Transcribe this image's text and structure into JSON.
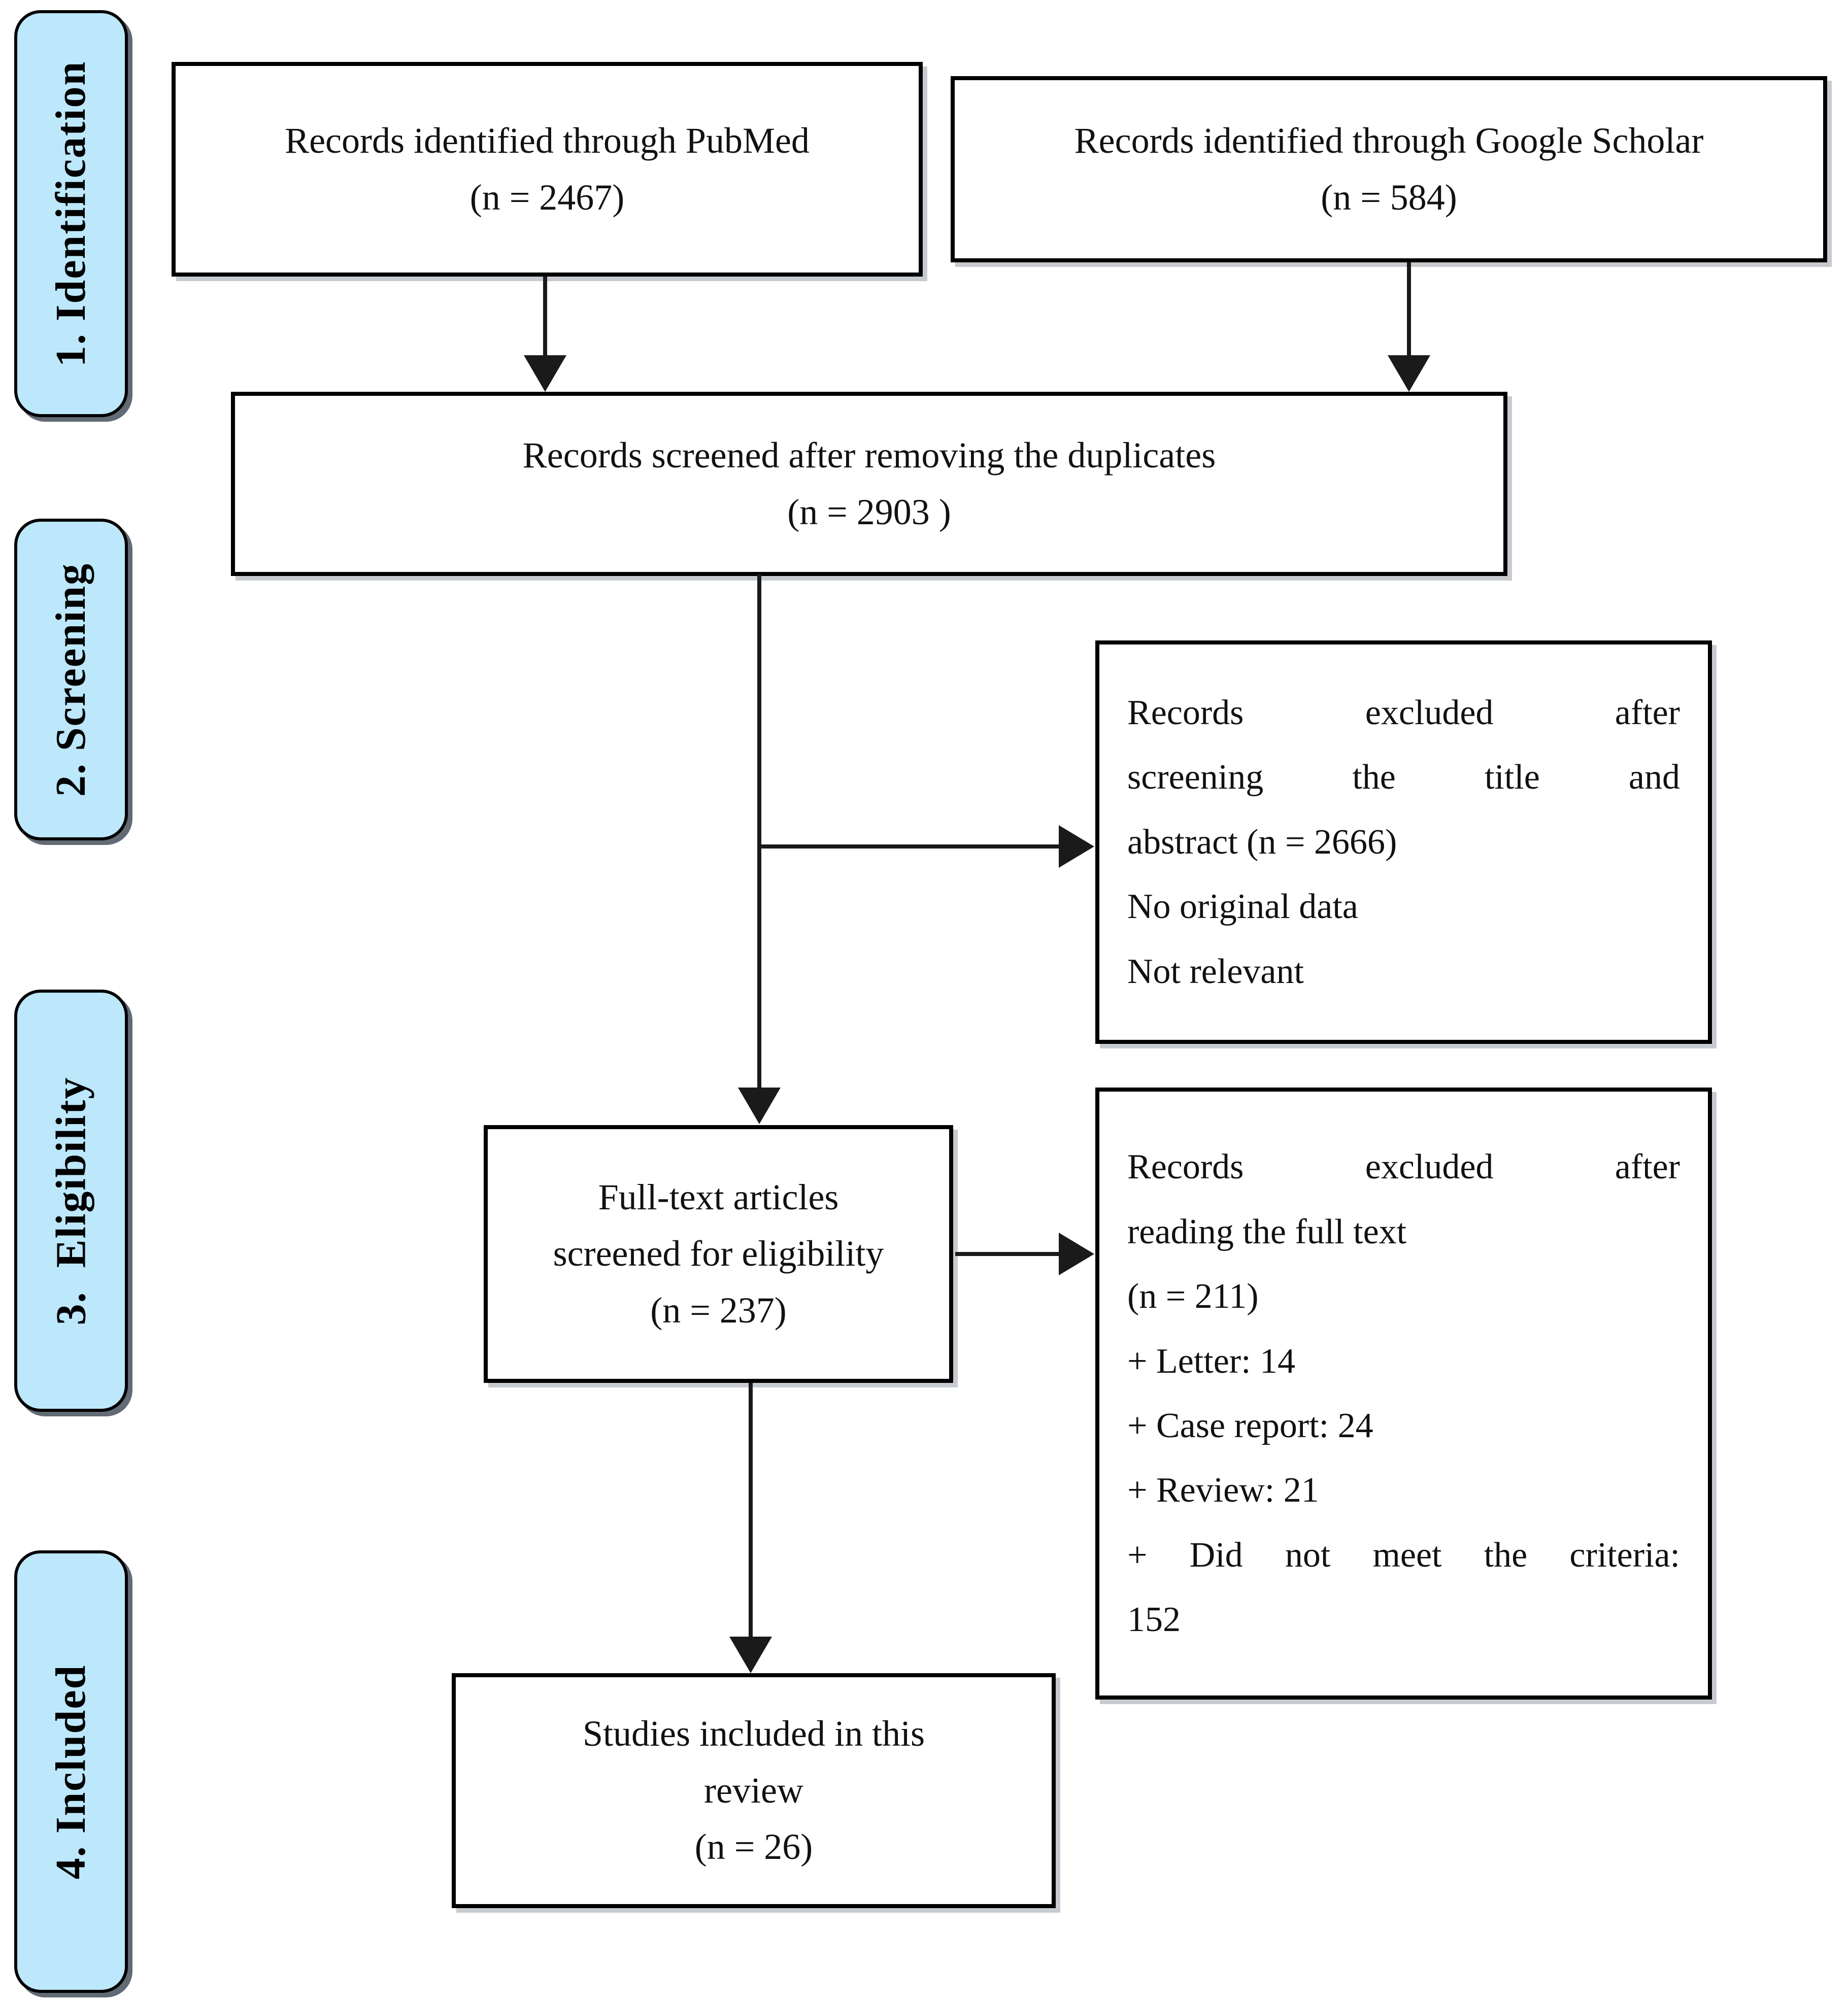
{
  "sidebar": {
    "fill_color": "#bde7fb",
    "stages": [
      "1. Identification",
      "2. Screening",
      "3.  Eligibility",
      "4. Included"
    ]
  },
  "boxes": {
    "pubmed": {
      "lines": [
        "Records identified through PubMed",
        "(n = 2467)"
      ]
    },
    "google_scholar": {
      "lines": [
        "Records identified through Google Scholar",
        "(n = 584)"
      ]
    },
    "screened": {
      "lines": [
        "Records screened after removing the duplicates",
        "(n = 2903 )"
      ]
    },
    "excluded_screening": {
      "lines": [
        "Records excluded after",
        "screening the title and",
        "abstract (n = 2666)",
        "No original data",
        "Not relevant"
      ]
    },
    "fulltext": {
      "lines": [
        "Full-text articles",
        "screened for eligibility",
        "(n = 237)"
      ]
    },
    "excluded_fulltext": {
      "lines": [
        "Records excluded after",
        "reading the full text",
        "(n = 211)",
        "+ Letter: 14",
        "+ Case report: 24",
        "+ Review: 21",
        "+ Did not meet the criteria:",
        "152"
      ]
    },
    "included": {
      "lines": [
        "Studies included in this",
        "review",
        "(n = 26)"
      ]
    }
  }
}
